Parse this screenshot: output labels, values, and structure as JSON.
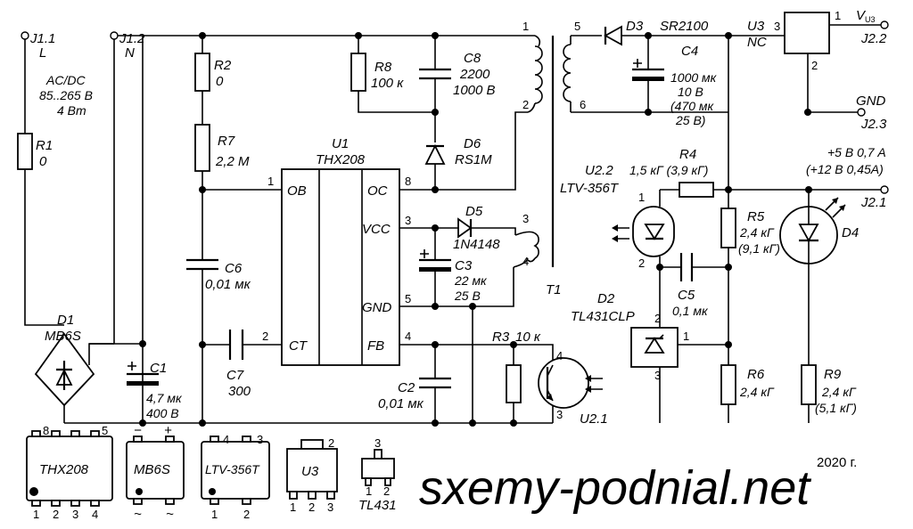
{
  "connectors": {
    "j11": {
      "ref": "J1.1",
      "name": "L"
    },
    "j12": {
      "ref": "J1.2",
      "name": "N"
    },
    "j22": {
      "ref": "J2.2",
      "name": "V",
      "sub": "U3"
    },
    "j23": {
      "ref": "J2.3",
      "name": "GND"
    },
    "j21": {
      "ref": "J2.1",
      "line1": "+5 В 0,7 А",
      "line2": "(+12 В 0,45А)"
    }
  },
  "input_spec": {
    "line1": "AC/DC",
    "line2": "85..265 В",
    "line3": "4 Вт"
  },
  "components": {
    "r1": {
      "ref": "R1",
      "value": "0"
    },
    "r2": {
      "ref": "R2",
      "value": "0"
    },
    "r7": {
      "ref": "R7",
      "value": "2,2 М"
    },
    "r8": {
      "ref": "R8",
      "value": "100 к"
    },
    "c8": {
      "ref": "C8",
      "value1": "2200",
      "value2": "1000 В"
    },
    "d6": {
      "ref": "D6",
      "value": "RS1M"
    },
    "u1": {
      "ref": "U1",
      "value": "THX208",
      "pins": {
        "ob": "OB",
        "oc": "OC",
        "vcc": "VCC",
        "gnd": "GND",
        "ct": "CT",
        "fb": "FB"
      }
    },
    "c6": {
      "ref": "C6",
      "value": "0,01 мк"
    },
    "c7": {
      "ref": "C7",
      "value": "300"
    },
    "d1": {
      "ref": "D1",
      "value": "MB6S"
    },
    "c1": {
      "ref": "C1",
      "value1": "4,7 мк",
      "value2": "400 В"
    },
    "d5": {
      "ref": "D5",
      "value": "1N4148"
    },
    "c3": {
      "ref": "C3",
      "value1": "22 мк",
      "value2": "25 В"
    },
    "c2": {
      "ref": "C2",
      "value": "0,01 мк"
    },
    "r3": {
      "ref": "R3",
      "value": "10 к"
    },
    "t1": {
      "ref": "T1"
    },
    "d3": {
      "ref": "D3",
      "value": "SR2100"
    },
    "c4": {
      "ref": "C4",
      "value1": "1000 мк",
      "value2": "10 В",
      "value3": "(470 мк",
      "value4": "25 В)"
    },
    "u3": {
      "ref": "U3",
      "value": "NC"
    },
    "r4": {
      "ref": "R4",
      "value": "1,5 кГ (3,9 кГ)"
    },
    "u22": {
      "ref": "U2.2",
      "value": "LTV-356T"
    },
    "u21": {
      "ref": "U2.1"
    },
    "r5": {
      "ref": "R5",
      "value1": "2,4 кГ",
      "value2": "(9,1 кГ)"
    },
    "d4": {
      "ref": "D4"
    },
    "c5": {
      "ref": "C5",
      "value": "0,1 мк"
    },
    "d2": {
      "ref": "D2",
      "value": "TL431CLP"
    },
    "r6": {
      "ref": "R6",
      "value": "2,4 кГ"
    },
    "r9": {
      "ref": "R9",
      "value1": "2,4 кГ",
      "value2": "(5,1 кГ)"
    }
  },
  "pin_numbers": [
    "1",
    "2",
    "3",
    "4",
    "5",
    "6",
    "8"
  ],
  "packages": {
    "thx208": {
      "label": "THX208",
      "pins_top": [
        "8",
        "5"
      ],
      "pins_bottom": [
        "1",
        "2",
        "3",
        "4"
      ]
    },
    "mb6s": {
      "label": "MB6S",
      "minus": "−",
      "plus": "+",
      "ac": "~"
    },
    "ltv": {
      "label": "LTV-356T",
      "pins_top": [
        "4",
        "3"
      ],
      "pins_bottom": [
        "1",
        "2"
      ]
    },
    "u3": {
      "label": "U3",
      "pin_top": "2",
      "pins_bottom": [
        "1",
        "2",
        "3"
      ]
    },
    "tl431": {
      "label": "TL431",
      "pin_top": "3",
      "pins_bottom": [
        "1",
        "2"
      ]
    }
  },
  "year": "2020 г.",
  "watermark": "sxemy-podnial.net"
}
